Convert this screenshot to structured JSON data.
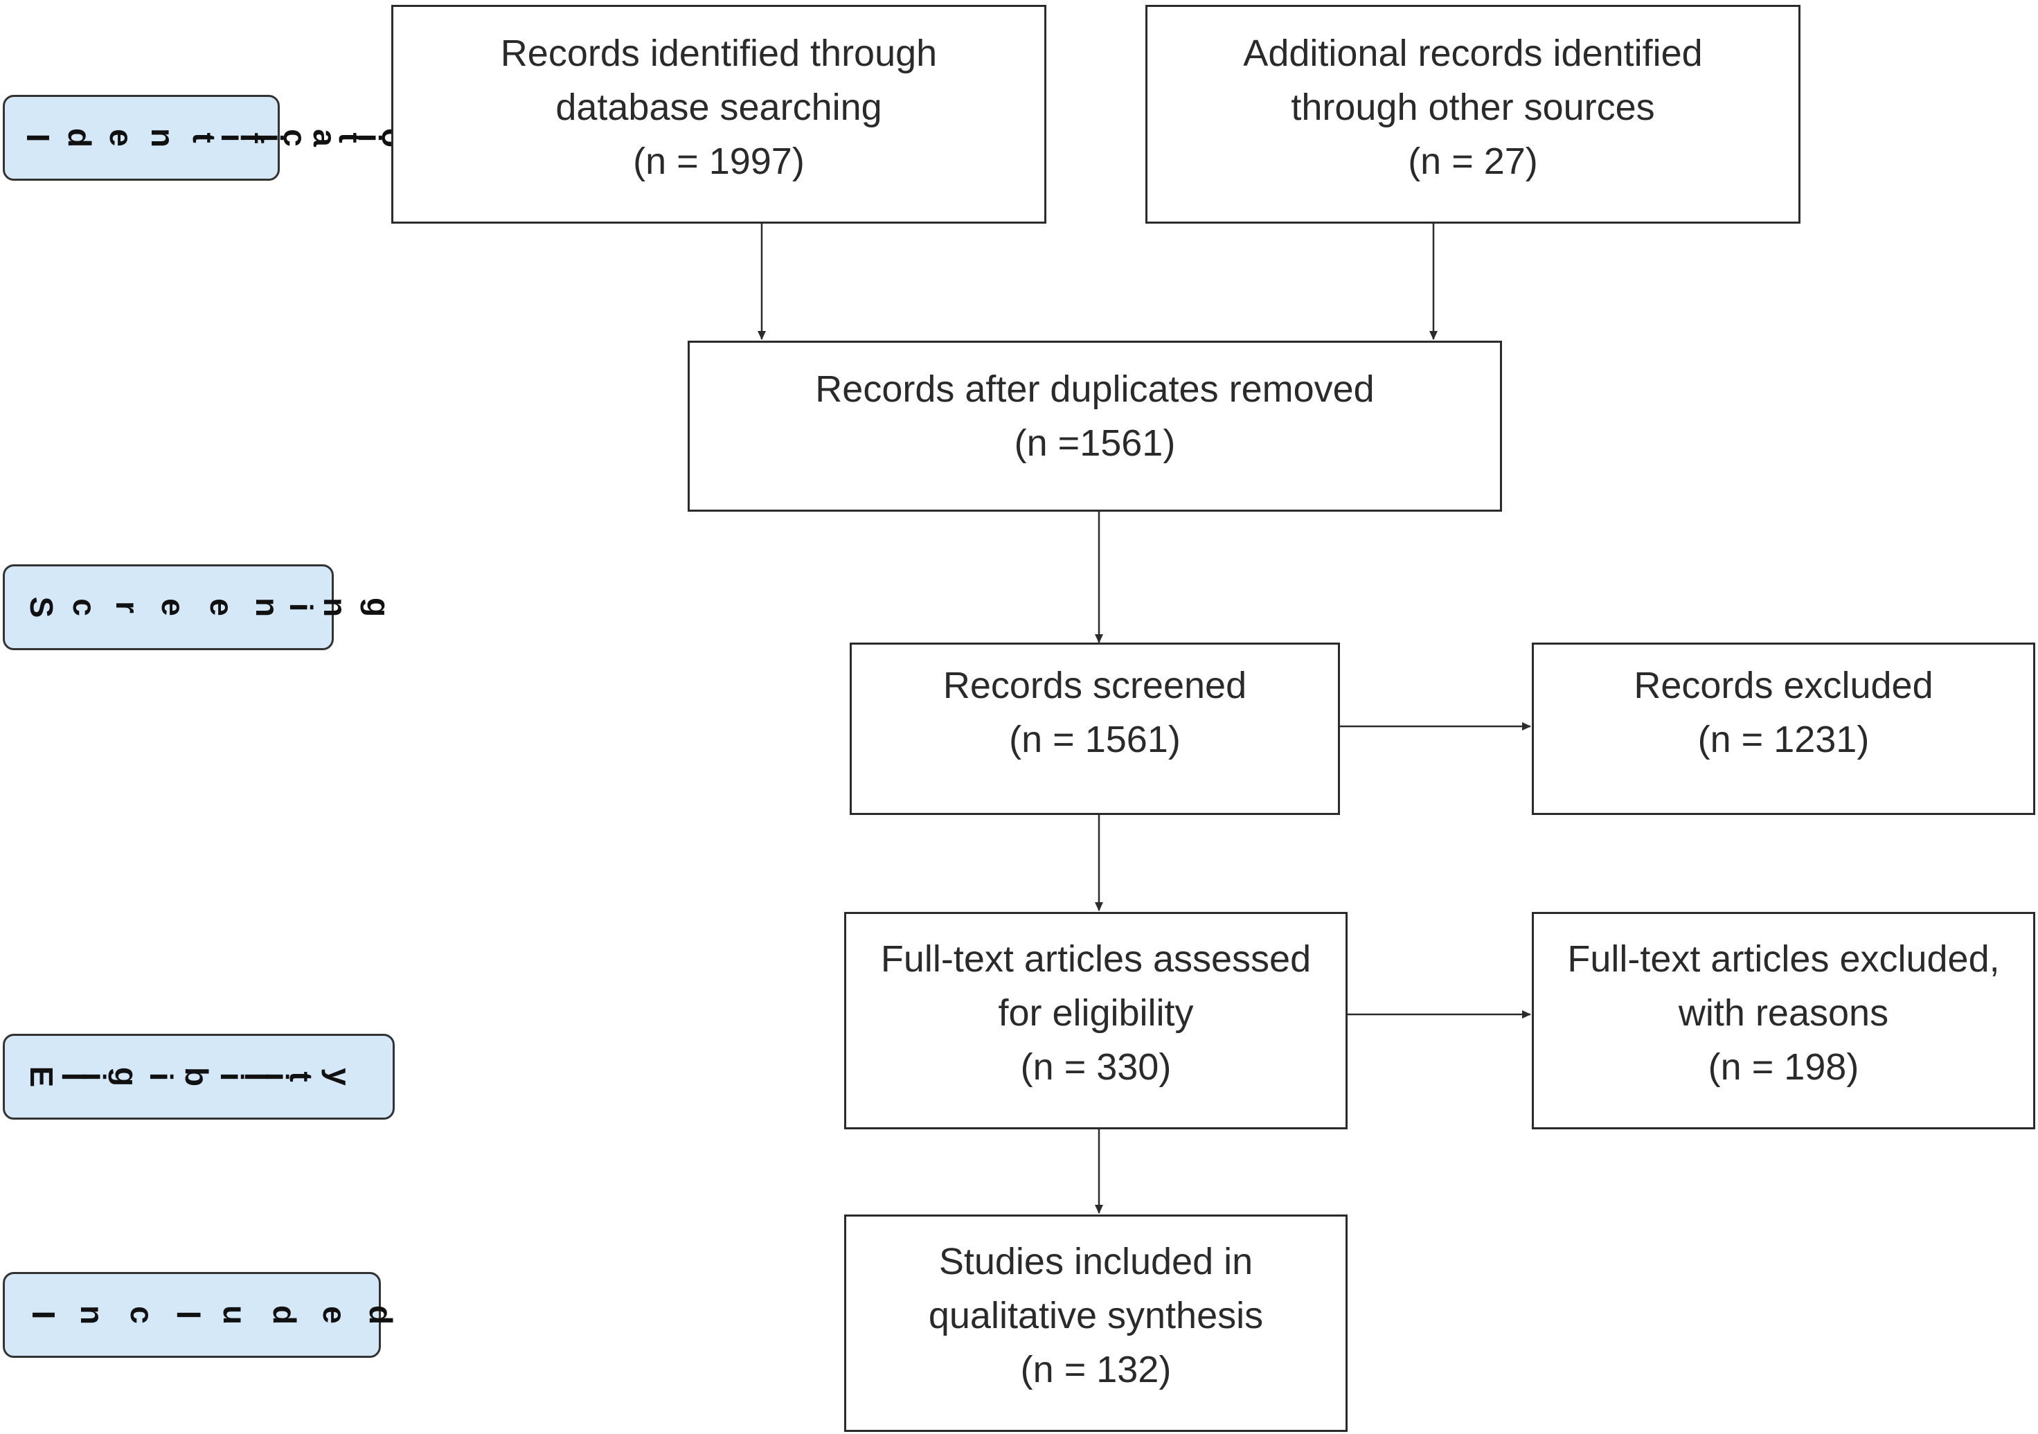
{
  "phases": {
    "identification": [
      "I",
      "d",
      "e",
      "n",
      "t",
      "i",
      "f",
      "i",
      "c",
      "a",
      "t",
      "i",
      "o"
    ],
    "screening": [
      "S",
      "c",
      "r",
      "e",
      "e",
      "n",
      "i",
      "n",
      "g"
    ],
    "eligibility": [
      "E",
      "l",
      "i",
      "g",
      "i",
      "b",
      "i",
      "l",
      "i",
      "t",
      "y"
    ],
    "included": [
      "I",
      "n",
      "c",
      "l",
      "u",
      "d",
      "e",
      "d"
    ]
  },
  "boxes": {
    "database": {
      "line1": "Records identified through",
      "line2": "database searching",
      "line3": "(n = 1997)"
    },
    "other": {
      "line1": "Additional records identified",
      "line2": "through other sources",
      "line3": "(n = 27)"
    },
    "dedup": {
      "line1": "Records after duplicates removed",
      "line2": "(n =1561)"
    },
    "screened": {
      "line1": "Records screened",
      "line2": "(n = 1561)"
    },
    "excluded": {
      "line1": "Records excluded",
      "line2": "(n = 1231)"
    },
    "fulltext": {
      "line1": "Full-text articles assessed",
      "line2": "for eligibility",
      "line3": "(n = 330)"
    },
    "fulltext_excluded": {
      "line1": "Full-text articles excluded,",
      "line2": "with reasons",
      "line3": "(n = 198)"
    },
    "included": {
      "line1": "Studies included in",
      "line2": "qualitative synthesis",
      "line3": "(n = 132)"
    }
  }
}
